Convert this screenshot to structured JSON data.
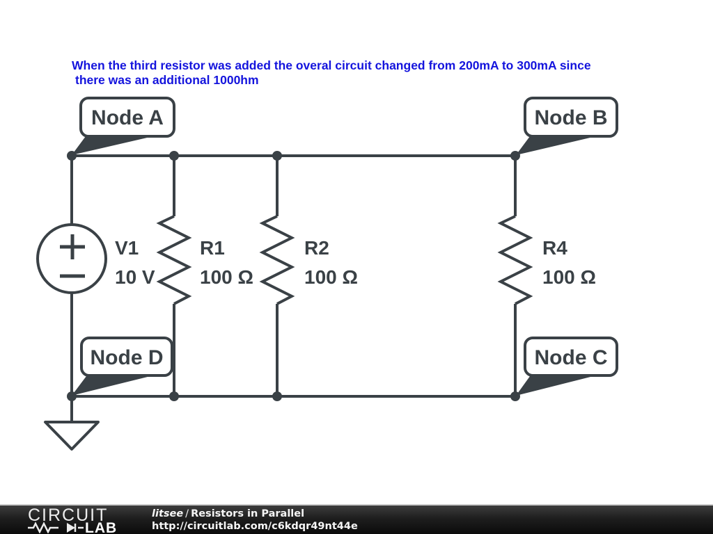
{
  "annotation": {
    "line1": "When the third resistor was added the overal circuit changed from 200mA to 300mA since",
    "line2": "there was an additional 1000hm",
    "color": "#1414dd"
  },
  "circuit": {
    "stroke_color": "#3a4146",
    "callouts": {
      "a": {
        "label": "Node A"
      },
      "b": {
        "label": "Node B"
      },
      "c": {
        "label": "Node C"
      },
      "d": {
        "label": "Node D"
      }
    },
    "components": {
      "v1": {
        "name": "V1",
        "value": "10 V"
      },
      "r1": {
        "name": "R1",
        "value": "100 Ω"
      },
      "r2": {
        "name": "R2",
        "value": "100 Ω"
      },
      "r4": {
        "name": "R4",
        "value": "100 Ω"
      }
    }
  },
  "footer": {
    "logo_top": "CIRCUIT",
    "logo_bottom": "LAB",
    "author": "litsee",
    "divider": "/",
    "title": "Resistors in Parallel",
    "url": "http://circuitlab.com/c6kdqr49nt44e"
  }
}
